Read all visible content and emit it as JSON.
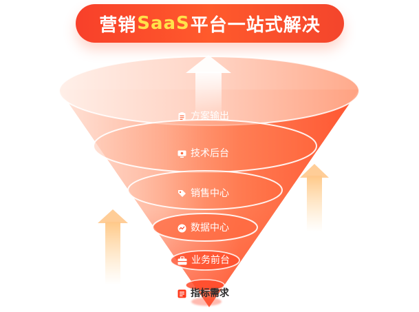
{
  "banner": {
    "prefix": "营销",
    "highlight": "SaaS",
    "suffix": "平台一站式解决"
  },
  "layers": [
    {
      "label": "方案输出",
      "icon": "document-icon"
    },
    {
      "label": "技术后台",
      "icon": "monitor-icon"
    },
    {
      "label": "销售中心",
      "icon": "tag-icon"
    },
    {
      "label": "数据中心",
      "icon": "chart-line-icon"
    },
    {
      "label": "业务前台",
      "icon": "briefcase-icon"
    },
    {
      "label": "指标需求",
      "icon": "task-list-icon"
    }
  ],
  "colors": {
    "accent": "#ff4a2a",
    "highlight": "#ffe24a",
    "funnel_light": "#ffe7dd",
    "funnel_dark": "#ff3d1f"
  }
}
